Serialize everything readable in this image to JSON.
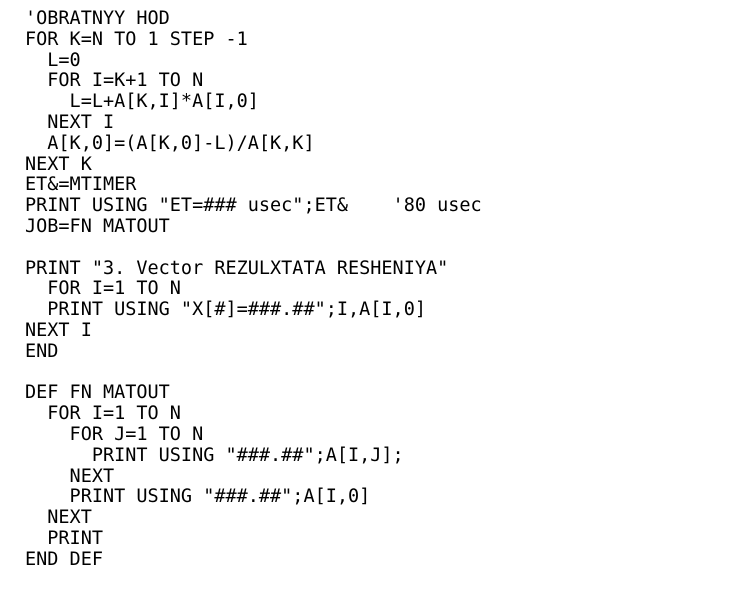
{
  "listing": {
    "lines": [
      "'OBRATNYY HOD",
      "FOR K=N TO 1 STEP -1",
      "  L=0",
      "  FOR I=K+1 TO N",
      "    L=L+A[K,I]*A[I,0]",
      "  NEXT I",
      "  A[K,0]=(A[K,0]-L)/A[K,K]",
      "NEXT K",
      "ET&=MTIMER",
      "PRINT USING \"ET=### usec\";ET&    '80 usec",
      "JOB=FN MATOUT",
      "",
      "PRINT \"3. Vector REZULXTATA RESHENIYA\"",
      "  FOR I=1 TO N",
      "  PRINT USING \"X[#]=###.##\";I,A[I,0]",
      "NEXT I",
      "END",
      "",
      "DEF FN MATOUT",
      "  FOR I=1 TO N",
      "    FOR J=1 TO N",
      "      PRINT USING \"###.##\";A[I,J];",
      "    NEXT",
      "    PRINT USING \"###.##\";A[I,0]",
      "  NEXT",
      "  PRINT",
      "END DEF"
    ]
  }
}
